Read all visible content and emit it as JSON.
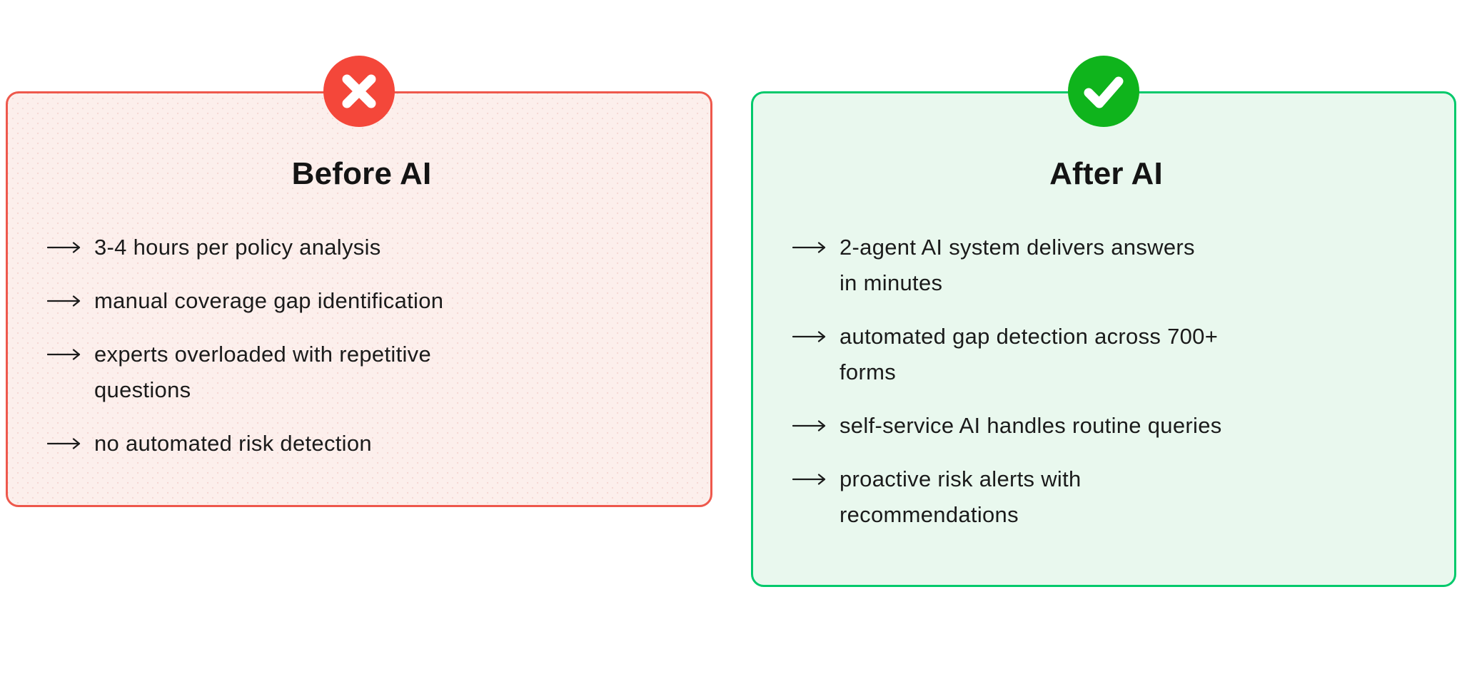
{
  "comparison": {
    "before": {
      "title": "Before AI",
      "badge_icon": "x-icon",
      "items": [
        "3-4 hours per policy analysis",
        "manual coverage gap identification",
        "experts overloaded with repetitive\nquestions",
        "no automated risk detection"
      ]
    },
    "after": {
      "title": "After AI",
      "badge_icon": "check-icon",
      "items": [
        "2-agent AI system delivers answers\nin minutes",
        "automated gap detection across 700+\nforms",
        "self-service AI handles routine queries",
        "proactive risk alerts with\nrecommendations"
      ]
    }
  },
  "colors": {
    "before_accent": "#f4473a",
    "before_border": "#ee584c",
    "before_background": "#fcefec",
    "after_accent": "#0fb41c",
    "after_border": "#00c96b",
    "after_background": "#e9f8ee",
    "text": "#1b1b1b"
  }
}
